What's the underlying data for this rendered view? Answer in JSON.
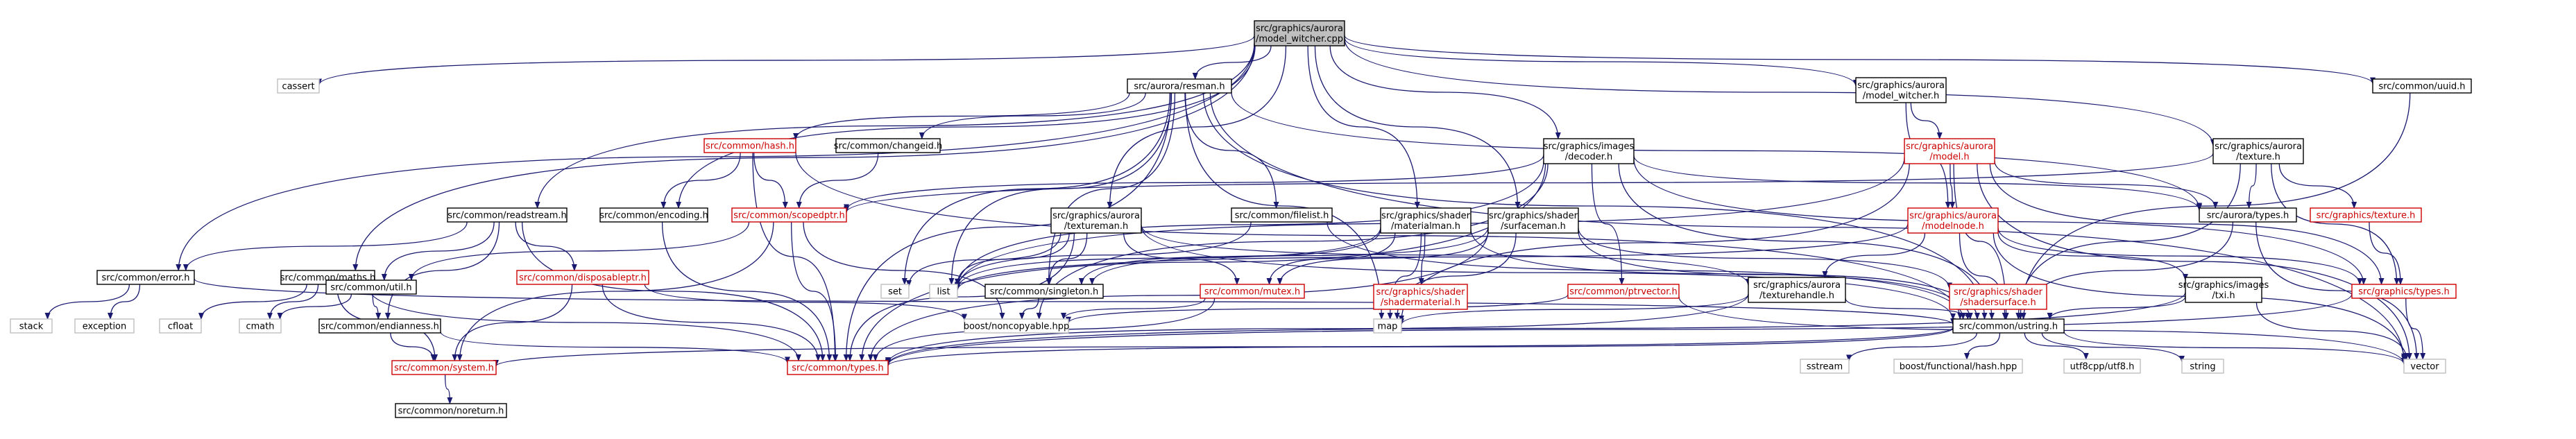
{
  "colors": {
    "edge": "#191970",
    "text": "#000000",
    "text_missing": "#cc0000",
    "border_documented": "#000000",
    "border_missing": "#cc0000",
    "border_system": "#bfbfbf",
    "root_fill": "#bfbfbf"
  },
  "nodes": [
    {
      "id": "root",
      "lines": [
        "src/graphics/aurora",
        "/model_witcher.cpp"
      ],
      "kind": "root"
    },
    {
      "id": "cassert",
      "lines": [
        "cassert"
      ],
      "kind": "system"
    },
    {
      "id": "resman",
      "lines": [
        "src/aurora/resman.h"
      ],
      "kind": "doc"
    },
    {
      "id": "mw_h",
      "lines": [
        "src/graphics/aurora",
        "/model_witcher.h"
      ],
      "kind": "doc"
    },
    {
      "id": "uuid",
      "lines": [
        "src/common/uuid.h"
      ],
      "kind": "doc"
    },
    {
      "id": "hash",
      "lines": [
        "src/common/hash.h"
      ],
      "kind": "missing"
    },
    {
      "id": "changeid",
      "lines": [
        "src/common/changeid.h"
      ],
      "kind": "doc"
    },
    {
      "id": "decoder",
      "lines": [
        "src/graphics/images",
        "/decoder.h"
      ],
      "kind": "doc"
    },
    {
      "id": "model",
      "lines": [
        "src/graphics/aurora",
        "/model.h"
      ],
      "kind": "missing"
    },
    {
      "id": "texture_h",
      "lines": [
        "src/graphics/aurora",
        "/texture.h"
      ],
      "kind": "doc"
    },
    {
      "id": "readstream",
      "lines": [
        "src/common/readstream.h"
      ],
      "kind": "doc"
    },
    {
      "id": "encoding",
      "lines": [
        "src/common/encoding.h"
      ],
      "kind": "doc"
    },
    {
      "id": "scopedptr",
      "lines": [
        "src/common/scopedptr.h"
      ],
      "kind": "missing"
    },
    {
      "id": "textureman",
      "lines": [
        "src/graphics/aurora",
        "/textureman.h"
      ],
      "kind": "doc"
    },
    {
      "id": "filelist",
      "lines": [
        "src/common/filelist.h"
      ],
      "kind": "doc"
    },
    {
      "id": "materialman",
      "lines": [
        "src/graphics/shader",
        "/materialman.h"
      ],
      "kind": "doc"
    },
    {
      "id": "surfaceman",
      "lines": [
        "src/graphics/shader",
        "/surfaceman.h"
      ],
      "kind": "doc"
    },
    {
      "id": "modelnode",
      "lines": [
        "src/graphics/aurora",
        "/modelnode.h"
      ],
      "kind": "missing"
    },
    {
      "id": "aurora_types",
      "lines": [
        "src/aurora/types.h"
      ],
      "kind": "doc"
    },
    {
      "id": "gtexture",
      "lines": [
        "src/graphics/texture.h"
      ],
      "kind": "missing"
    },
    {
      "id": "error",
      "lines": [
        "src/common/error.h"
      ],
      "kind": "doc"
    },
    {
      "id": "maths",
      "lines": [
        "src/common/maths.h"
      ],
      "kind": "doc"
    },
    {
      "id": "disposableptr",
      "lines": [
        "src/common/disposableptr.h"
      ],
      "kind": "missing"
    },
    {
      "id": "util",
      "lines": [
        "src/common/util.h"
      ],
      "kind": "doc"
    },
    {
      "id": "set",
      "lines": [
        "set"
      ],
      "kind": "system"
    },
    {
      "id": "list",
      "lines": [
        "list"
      ],
      "kind": "system"
    },
    {
      "id": "singleton",
      "lines": [
        "src/common/singleton.h"
      ],
      "kind": "doc"
    },
    {
      "id": "mutex",
      "lines": [
        "src/common/mutex.h"
      ],
      "kind": "missing"
    },
    {
      "id": "shadermaterial",
      "lines": [
        "src/graphics/shader",
        "/shadermaterial.h"
      ],
      "kind": "missing"
    },
    {
      "id": "ptrvector",
      "lines": [
        "src/common/ptrvector.h"
      ],
      "kind": "missing"
    },
    {
      "id": "texturehandle",
      "lines": [
        "src/graphics/aurora",
        "/texturehandle.h"
      ],
      "kind": "doc"
    },
    {
      "id": "shadersurface",
      "lines": [
        "src/graphics/shader",
        "/shadersurface.h"
      ],
      "kind": "missing"
    },
    {
      "id": "txi",
      "lines": [
        "src/graphics/images",
        "/txi.h"
      ],
      "kind": "doc"
    },
    {
      "id": "gtypes",
      "lines": [
        "src/graphics/types.h"
      ],
      "kind": "missing"
    },
    {
      "id": "stack",
      "lines": [
        "stack"
      ],
      "kind": "system"
    },
    {
      "id": "exception",
      "lines": [
        "exception"
      ],
      "kind": "system"
    },
    {
      "id": "cfloat",
      "lines": [
        "cfloat"
      ],
      "kind": "system"
    },
    {
      "id": "cmath",
      "lines": [
        "cmath"
      ],
      "kind": "system"
    },
    {
      "id": "endianness",
      "lines": [
        "src/common/endianness.h"
      ],
      "kind": "doc"
    },
    {
      "id": "noncopyable",
      "lines": [
        "boost/noncopyable.hpp"
      ],
      "kind": "system"
    },
    {
      "id": "map",
      "lines": [
        "map"
      ],
      "kind": "system"
    },
    {
      "id": "ustring",
      "lines": [
        "src/common/ustring.h"
      ],
      "kind": "doc"
    },
    {
      "id": "system",
      "lines": [
        "src/common/system.h"
      ],
      "kind": "missing"
    },
    {
      "id": "ctypes",
      "lines": [
        "src/common/types.h"
      ],
      "kind": "missing"
    },
    {
      "id": "sstream",
      "lines": [
        "sstream"
      ],
      "kind": "system"
    },
    {
      "id": "bhash",
      "lines": [
        "boost/functional/hash.hpp"
      ],
      "kind": "system"
    },
    {
      "id": "utf8",
      "lines": [
        "utf8cpp/utf8.h"
      ],
      "kind": "system"
    },
    {
      "id": "string",
      "lines": [
        "string"
      ],
      "kind": "system"
    },
    {
      "id": "vector",
      "lines": [
        "vector"
      ],
      "kind": "system"
    },
    {
      "id": "noreturn",
      "lines": [
        "src/common/noreturn.h"
      ],
      "kind": "doc"
    }
  ],
  "edges": [
    [
      "root",
      "cassert"
    ],
    [
      "root",
      "resman"
    ],
    [
      "root",
      "mw_h"
    ],
    [
      "root",
      "uuid"
    ],
    [
      "root",
      "decoder"
    ],
    [
      "root",
      "texture_h"
    ],
    [
      "root",
      "readstream"
    ],
    [
      "root",
      "encoding"
    ],
    [
      "root",
      "textureman"
    ],
    [
      "root",
      "materialman"
    ],
    [
      "root",
      "surfaceman"
    ],
    [
      "root",
      "error"
    ],
    [
      "root",
      "maths"
    ],
    [
      "resman",
      "hash"
    ],
    [
      "resman",
      "changeid"
    ],
    [
      "resman",
      "filelist"
    ],
    [
      "resman",
      "set"
    ],
    [
      "resman",
      "list"
    ],
    [
      "resman",
      "map"
    ],
    [
      "resman",
      "singleton"
    ],
    [
      "resman",
      "ustring"
    ],
    [
      "resman",
      "aurora_types"
    ],
    [
      "resman",
      "ctypes"
    ],
    [
      "resman",
      "vector"
    ],
    [
      "hash",
      "encoding"
    ],
    [
      "hash",
      "scopedptr"
    ],
    [
      "hash",
      "ustring"
    ],
    [
      "hash",
      "ctypes"
    ],
    [
      "changeid",
      "scopedptr"
    ],
    [
      "mw_h",
      "model"
    ],
    [
      "mw_h",
      "modelnode"
    ],
    [
      "uuid",
      "ustring"
    ],
    [
      "decoder",
      "scopedptr"
    ],
    [
      "decoder",
      "ptrvector"
    ],
    [
      "decoder",
      "ustring"
    ],
    [
      "decoder",
      "gtypes"
    ],
    [
      "decoder",
      "noncopyable"
    ],
    [
      "decoder",
      "ctypes"
    ],
    [
      "decoder",
      "list"
    ],
    [
      "decoder",
      "aurora_types"
    ],
    [
      "model",
      "modelnode"
    ],
    [
      "model",
      "aurora_types"
    ],
    [
      "model",
      "gtypes"
    ],
    [
      "model",
      "ustring"
    ],
    [
      "model",
      "list"
    ],
    [
      "model",
      "map"
    ],
    [
      "model",
      "vector"
    ],
    [
      "texture_h",
      "aurora_types"
    ],
    [
      "texture_h",
      "gtexture"
    ],
    [
      "texture_h",
      "gtypes"
    ],
    [
      "texture_h",
      "ustring"
    ],
    [
      "texture_h",
      "scopedptr"
    ],
    [
      "gtexture",
      "gtypes"
    ],
    [
      "readstream",
      "error"
    ],
    [
      "readstream",
      "util"
    ],
    [
      "readstream",
      "disposableptr"
    ],
    [
      "readstream",
      "endianness"
    ],
    [
      "readstream",
      "ctypes"
    ],
    [
      "encoding",
      "ctypes"
    ],
    [
      "scopedptr",
      "util"
    ],
    [
      "scopedptr",
      "system"
    ],
    [
      "scopedptr",
      "ctypes"
    ],
    [
      "scopedptr",
      "noncopyable"
    ],
    [
      "textureman",
      "texturehandle"
    ],
    [
      "textureman",
      "mutex"
    ],
    [
      "textureman",
      "singleton"
    ],
    [
      "textureman",
      "ustring"
    ],
    [
      "textureman",
      "list"
    ],
    [
      "textureman",
      "set"
    ],
    [
      "textureman",
      "ctypes"
    ],
    [
      "filelist",
      "list"
    ],
    [
      "filelist",
      "ustring"
    ],
    [
      "materialman",
      "shadermaterial"
    ],
    [
      "materialman",
      "map"
    ],
    [
      "materialman",
      "list"
    ],
    [
      "materialman",
      "singleton"
    ],
    [
      "materialman",
      "mutex"
    ],
    [
      "materialman",
      "ustring"
    ],
    [
      "surfaceman",
      "shadersurface"
    ],
    [
      "surfaceman",
      "map"
    ],
    [
      "surfaceman",
      "ustring"
    ],
    [
      "surfaceman",
      "mutex"
    ],
    [
      "surfaceman",
      "singleton"
    ],
    [
      "surfaceman",
      "ctypes"
    ],
    [
      "modelnode",
      "texturehandle"
    ],
    [
      "modelnode",
      "txi"
    ],
    [
      "modelnode",
      "gtypes"
    ],
    [
      "modelnode",
      "ustring"
    ],
    [
      "modelnode",
      "list"
    ],
    [
      "modelnode",
      "vector"
    ],
    [
      "aurora_types",
      "vector"
    ],
    [
      "aurora_types",
      "ustring"
    ],
    [
      "error",
      "stack"
    ],
    [
      "error",
      "exception"
    ],
    [
      "error",
      "ustring"
    ],
    [
      "maths",
      "cfloat"
    ],
    [
      "maths",
      "cmath"
    ],
    [
      "maths",
      "system"
    ],
    [
      "maths",
      "ctypes"
    ],
    [
      "disposableptr",
      "system"
    ],
    [
      "disposableptr",
      "noncopyable"
    ],
    [
      "disposableptr",
      "ctypes"
    ],
    [
      "util",
      "cmath"
    ],
    [
      "util",
      "endianness"
    ],
    [
      "singleton",
      "noncopyable"
    ],
    [
      "mutex",
      "noncopyable"
    ],
    [
      "mutex",
      "ctypes"
    ],
    [
      "ptrvector",
      "noncopyable"
    ],
    [
      "ptrvector",
      "vector"
    ],
    [
      "texturehandle",
      "map"
    ],
    [
      "texturehandle",
      "ustring"
    ],
    [
      "texturehandle",
      "ctypes"
    ],
    [
      "txi",
      "ustring"
    ],
    [
      "txi",
      "vector"
    ],
    [
      "txi",
      "ctypes"
    ],
    [
      "gtypes",
      "vector"
    ],
    [
      "gtypes",
      "ctypes"
    ],
    [
      "endianness",
      "system"
    ],
    [
      "endianness",
      "ctypes"
    ],
    [
      "ustring",
      "system"
    ],
    [
      "ustring",
      "ctypes"
    ],
    [
      "ustring",
      "sstream"
    ],
    [
      "ustring",
      "bhash"
    ],
    [
      "ustring",
      "utf8"
    ],
    [
      "ustring",
      "string"
    ],
    [
      "ustring",
      "vector"
    ],
    [
      "system",
      "noreturn"
    ]
  ]
}
